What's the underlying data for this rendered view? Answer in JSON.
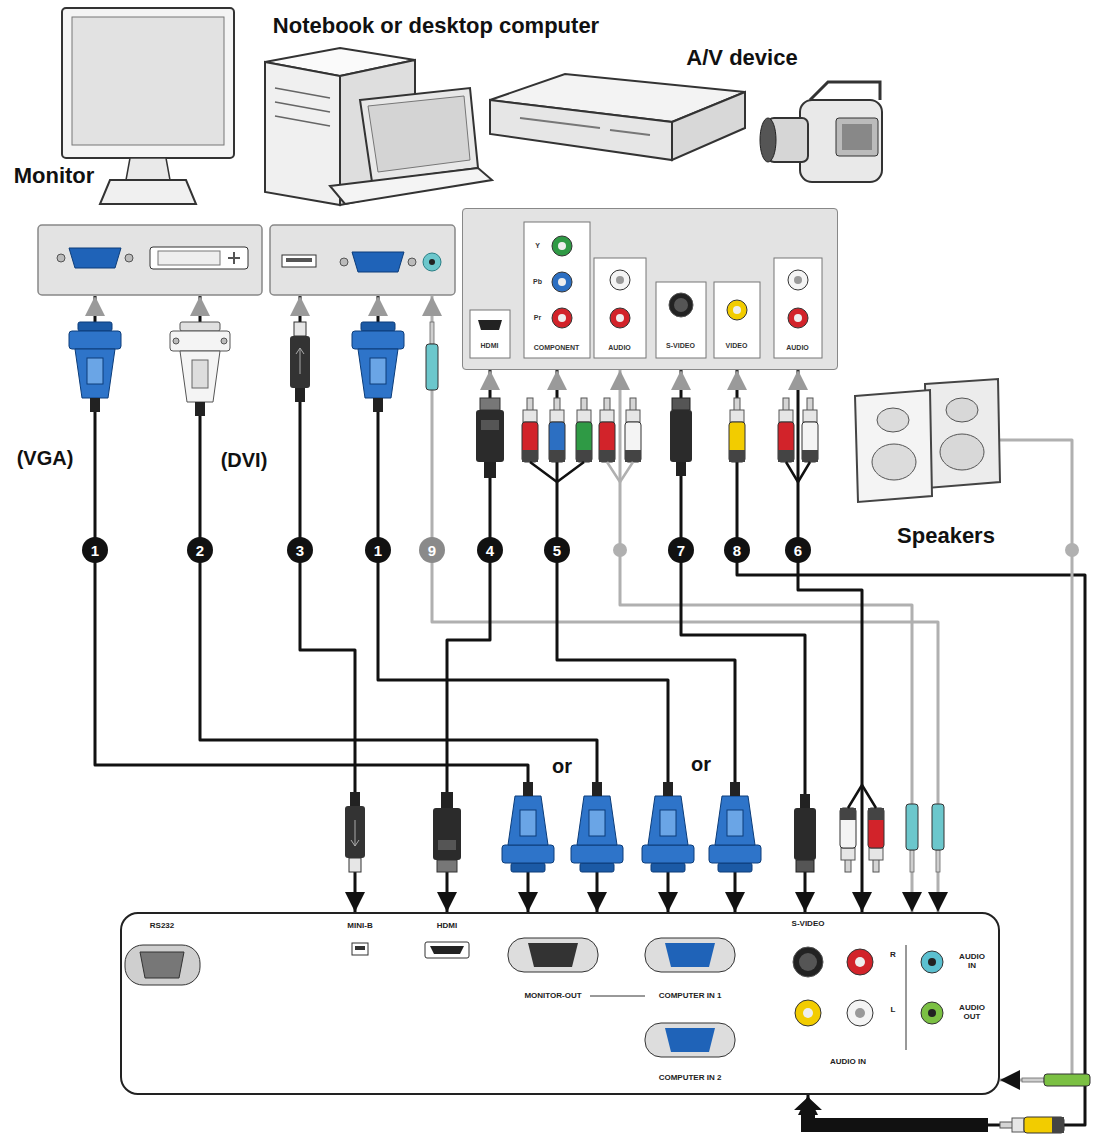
{
  "diagram": {
    "nodes": [
      {
        "text": [
          "Monitor"
        ]
      },
      {
        "text": [
          "Notebook or desktop computer"
        ]
      },
      {
        "text": [
          "A/V device"
        ]
      },
      {
        "text": [
          "HDMI",
          "Y",
          "Pb",
          "Pr",
          "COMPONENT",
          "AUDIO",
          "S-VIDEO",
          "VIDEO",
          "AUDIO"
        ],
        "in": 2
      },
      {
        "text": [
          "Speakers"
        ]
      },
      {
        "text": [
          "RS232",
          "MINI-B",
          "HDMI",
          "MONITOR-OUT",
          "COMPUTER IN 1",
          "COMPUTER IN 2",
          "S-VIDEO",
          "R",
          "L",
          "AUDIO IN",
          "AUDIO IN",
          "AUDIO OUT"
        ]
      }
    ],
    "edges": [
      {
        "from": 0,
        "to": 5,
        "label": "1",
        "arrow": "both"
      },
      {
        "from": 0,
        "to": 5,
        "label": "2",
        "arrow": "both"
      },
      {
        "from": 1,
        "to": 5,
        "label": "3",
        "arrow": "both"
      },
      {
        "from": 1,
        "to": 5,
        "label": "1",
        "arrow": "both"
      },
      {
        "from": 1,
        "to": 5,
        "label": "9",
        "arrow": "both"
      },
      {
        "from": 3,
        "to": 5,
        "label": "4",
        "arrow": "both"
      },
      {
        "from": 3,
        "to": 5,
        "label": "5",
        "arrow": "both"
      },
      {
        "from": 3,
        "to": 5,
        "arrow": "both"
      },
      {
        "from": 3,
        "to": 5,
        "label": "7",
        "arrow": "both"
      },
      {
        "from": 3,
        "to": 5,
        "label": "8",
        "arrow": "both"
      },
      {
        "from": 3,
        "to": 5,
        "label": "6",
        "arrow": "both"
      },
      {
        "from": 4,
        "to": 5,
        "arrow": "to"
      }
    ],
    "labels": [
      "(VGA)",
      "(DVI)",
      "or",
      "or"
    ]
  }
}
